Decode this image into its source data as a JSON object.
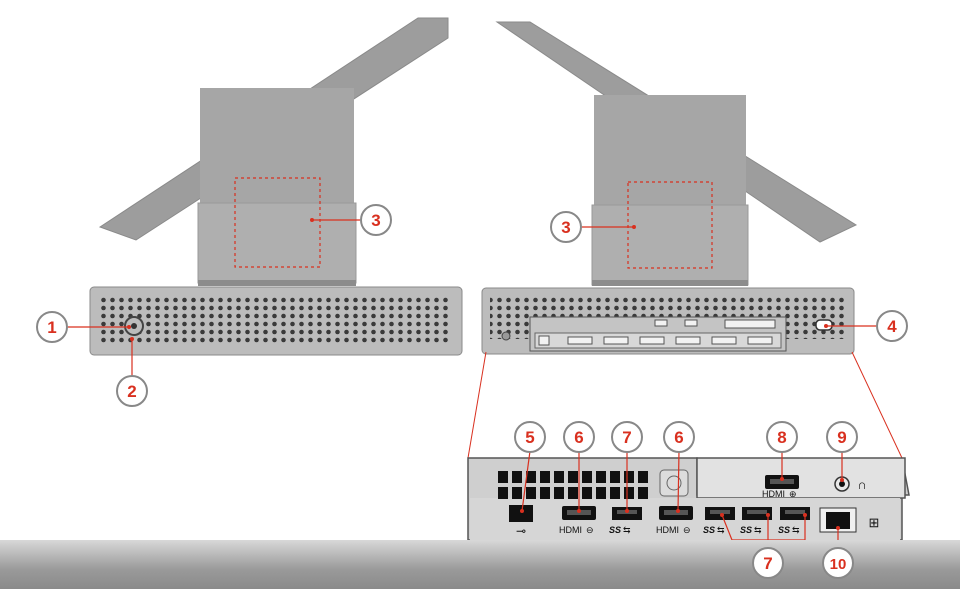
{
  "colors": {
    "panel": "#9d9d9d",
    "stand": "#a6a6a6",
    "base": "#bcbcbc",
    "hole": "#3a3a3a",
    "callout_text": "#d9301f",
    "leader": "#d9301f",
    "port_panel": "#cfcfcf"
  },
  "callouts": {
    "c1": "1",
    "c2": "2",
    "c3a": "3",
    "c3b": "3",
    "c4": "4",
    "c5": "5",
    "c6a": "6",
    "c7a": "7",
    "c6b": "6",
    "c8": "8",
    "c9": "9",
    "c7b": "7",
    "c10": "10"
  },
  "port_labels": {
    "hdmi_out_1": "HDMI",
    "hdmi_out_2": "HDMI",
    "hdmi_in": "HDMI",
    "usb_1": "SS",
    "usb_2": "SS",
    "usb_3": "SS",
    "usb_4": "SS"
  },
  "icons": [
    "power-connector-icon",
    "hdmi-out-icon",
    "hdmi-in-icon",
    "usb-superspeed-icon",
    "headphone-icon",
    "ethernet-icon",
    "security-lock-slot-icon",
    "power-button-icon"
  ]
}
